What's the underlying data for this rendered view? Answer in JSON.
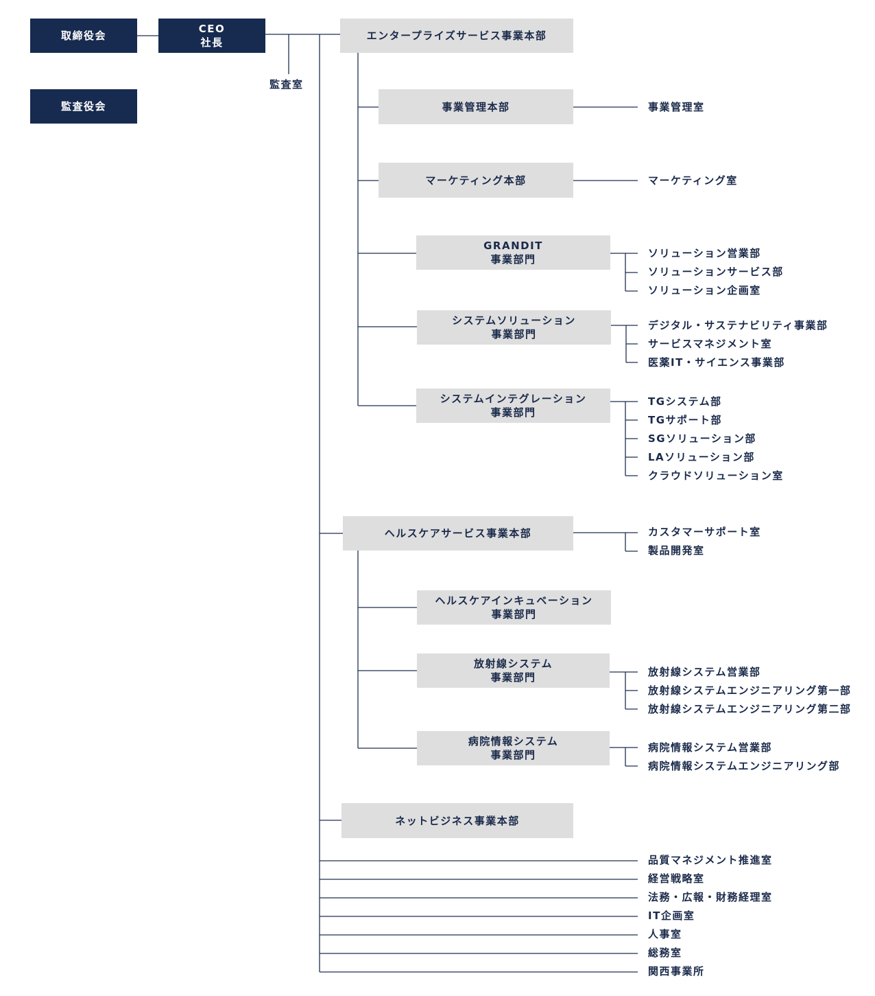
{
  "board": {
    "directors": "取締役会",
    "auditors": "監査役会"
  },
  "ceo": {
    "line1": "CEO",
    "line2": "社長"
  },
  "audit_office": "監査室",
  "enterprise": {
    "title": "エンタープライズサービス事業本部",
    "business_mgmt": {
      "title": "事業管理本部",
      "children": [
        "事業管理室"
      ]
    },
    "marketing": {
      "title": "マーケティング本部",
      "children": [
        "マーケティング室"
      ]
    },
    "grandit": {
      "line1": "GRANDIT",
      "line2": "事業部門",
      "children": [
        "ソリューション営業部",
        "ソリューションサービス部",
        "ソリューション企画室"
      ]
    },
    "system_solution": {
      "line1": "システムソリューション",
      "line2": "事業部門",
      "children": [
        "デジタル・サステナビリティ事業部",
        "サービスマネジメント室",
        "医薬IT・サイエンス事業部"
      ]
    },
    "system_integration": {
      "line1": "システムインテグレーション",
      "line2": "事業部門",
      "children": [
        "TGシステム部",
        "TGサポート部",
        "SGソリューション部",
        "LAソリューション部",
        "クラウドソリューション室"
      ]
    }
  },
  "healthcare": {
    "title": "ヘルスケアサービス事業本部",
    "children": [
      "カスタマーサポート室",
      "製品開発室"
    ],
    "incubation": {
      "line1": "ヘルスケアインキュベーション",
      "line2": "事業部門"
    },
    "radiology": {
      "line1": "放射線システム",
      "line2": "事業部門",
      "children": [
        "放射線システム営業部",
        "放射線システムエンジニアリング第一部",
        "放射線システムエンジニアリング第二部"
      ]
    },
    "hospital": {
      "line1": "病院情報システム",
      "line2": "事業部門",
      "children": [
        "病院情報システム営業部",
        "病院情報システムエンジニアリング部"
      ]
    }
  },
  "net_business": {
    "title": "ネットビジネス事業本部"
  },
  "staff_offices": [
    "品質マネジメント推進室",
    "経営戦略室",
    "法務・広報・財務経理室",
    "IT企画室",
    "人事室",
    "総務室",
    "関西事業所"
  ]
}
